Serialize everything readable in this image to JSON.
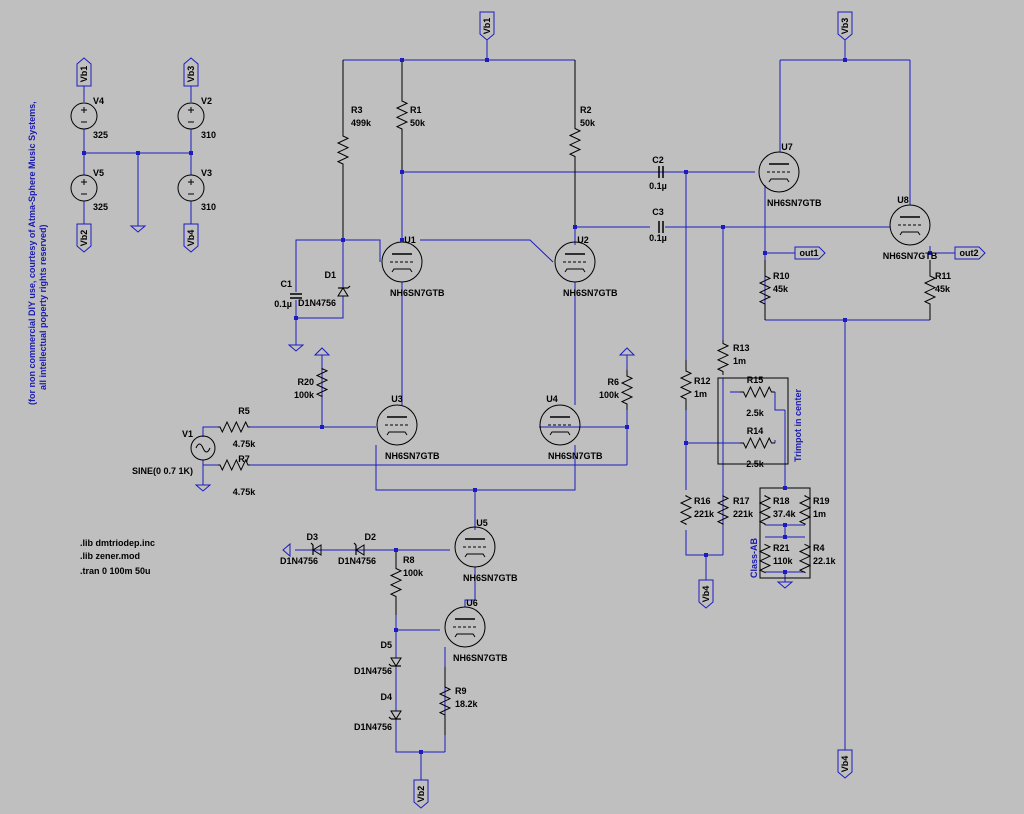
{
  "colors": {
    "background": "#bfbfbf",
    "wire": "#1c1cc0",
    "component": "#000000",
    "text": "#000000",
    "note_text": "#1a1ab0",
    "junction": "#1c1cc0"
  },
  "nets": {
    "vb1": "Vb1",
    "vb2": "Vb2",
    "vb3": "Vb3",
    "vb4": "Vb4",
    "out1": "out1",
    "out2": "out2"
  },
  "supplies": {
    "V4": {
      "name": "V4",
      "value": "325"
    },
    "V5": {
      "name": "V5",
      "value": "325"
    },
    "V2": {
      "name": "V2",
      "value": "310"
    },
    "V3": {
      "name": "V3",
      "value": "310"
    },
    "V1": {
      "name": "V1",
      "value": "SINE(0 0.7 1K)"
    }
  },
  "resistors": {
    "R1": {
      "name": "R1",
      "value": "50k"
    },
    "R2": {
      "name": "R2",
      "value": "50k"
    },
    "R3": {
      "name": "R3",
      "value": "499k"
    },
    "R4": {
      "name": "R4",
      "value": "22.1k"
    },
    "R5": {
      "name": "R5",
      "value": "4.75k"
    },
    "R6": {
      "name": "R6",
      "value": "100k"
    },
    "R7": {
      "name": "R7",
      "value": "4.75k"
    },
    "R8": {
      "name": "R8",
      "value": "100k"
    },
    "R9": {
      "name": "R9",
      "value": "18.2k"
    },
    "R10": {
      "name": "R10",
      "value": "45k"
    },
    "R11": {
      "name": "R11",
      "value": "45k"
    },
    "R12": {
      "name": "R12",
      "value": "1m"
    },
    "R13": {
      "name": "R13",
      "value": "1m"
    },
    "R14": {
      "name": "R14",
      "value": "2.5k"
    },
    "R15": {
      "name": "R15",
      "value": "2.5k"
    },
    "R16": {
      "name": "R16",
      "value": "221k"
    },
    "R17": {
      "name": "R17",
      "value": "221k"
    },
    "R18": {
      "name": "R18",
      "value": "37.4k"
    },
    "R19": {
      "name": "R19",
      "value": "1m"
    },
    "R20": {
      "name": "R20",
      "value": "100k"
    },
    "R21": {
      "name": "R21",
      "value": "110k"
    }
  },
  "capacitors": {
    "C1": {
      "name": "C1",
      "value": "0.1µ"
    },
    "C2": {
      "name": "C2",
      "value": "0.1µ"
    },
    "C3": {
      "name": "C3",
      "value": "0.1µ"
    }
  },
  "diodes": {
    "D1": {
      "name": "D1",
      "value": "D1N4756"
    },
    "D2": {
      "name": "D2",
      "value": "D1N4756"
    },
    "D3": {
      "name": "D3",
      "value": "D1N4756"
    },
    "D4": {
      "name": "D4",
      "value": "D1N4756"
    },
    "D5": {
      "name": "D5",
      "value": "D1N4756"
    }
  },
  "tubes": {
    "U1": {
      "name": "U1",
      "model": "NH6SN7GTB"
    },
    "U2": {
      "name": "U2",
      "model": "NH6SN7GTB"
    },
    "U3": {
      "name": "U3",
      "model": "NH6SN7GTB"
    },
    "U4": {
      "name": "U4",
      "model": "NH6SN7GTB"
    },
    "U5": {
      "name": "U5",
      "model": "NH6SN7GTB"
    },
    "U6": {
      "name": "U6",
      "model": "NH6SN7GTB"
    },
    "U7": {
      "name": "U7",
      "model": "NH6SN7GTB"
    },
    "U8": {
      "name": "U8",
      "model": "NH6SN7GTB"
    }
  },
  "directives": [
    ".lib dmtriodep.inc",
    ".lib zener.mod",
    ".tran 0 100m 50u"
  ],
  "notes": {
    "copyright_lines": [
      "(for non commercial DIY use, courtesy of Atma-Sphere Music Systems,",
      "all intellectual poperty rights reserved)"
    ],
    "trimpot": "Trimpot in center",
    "classab": "Class-AB"
  }
}
